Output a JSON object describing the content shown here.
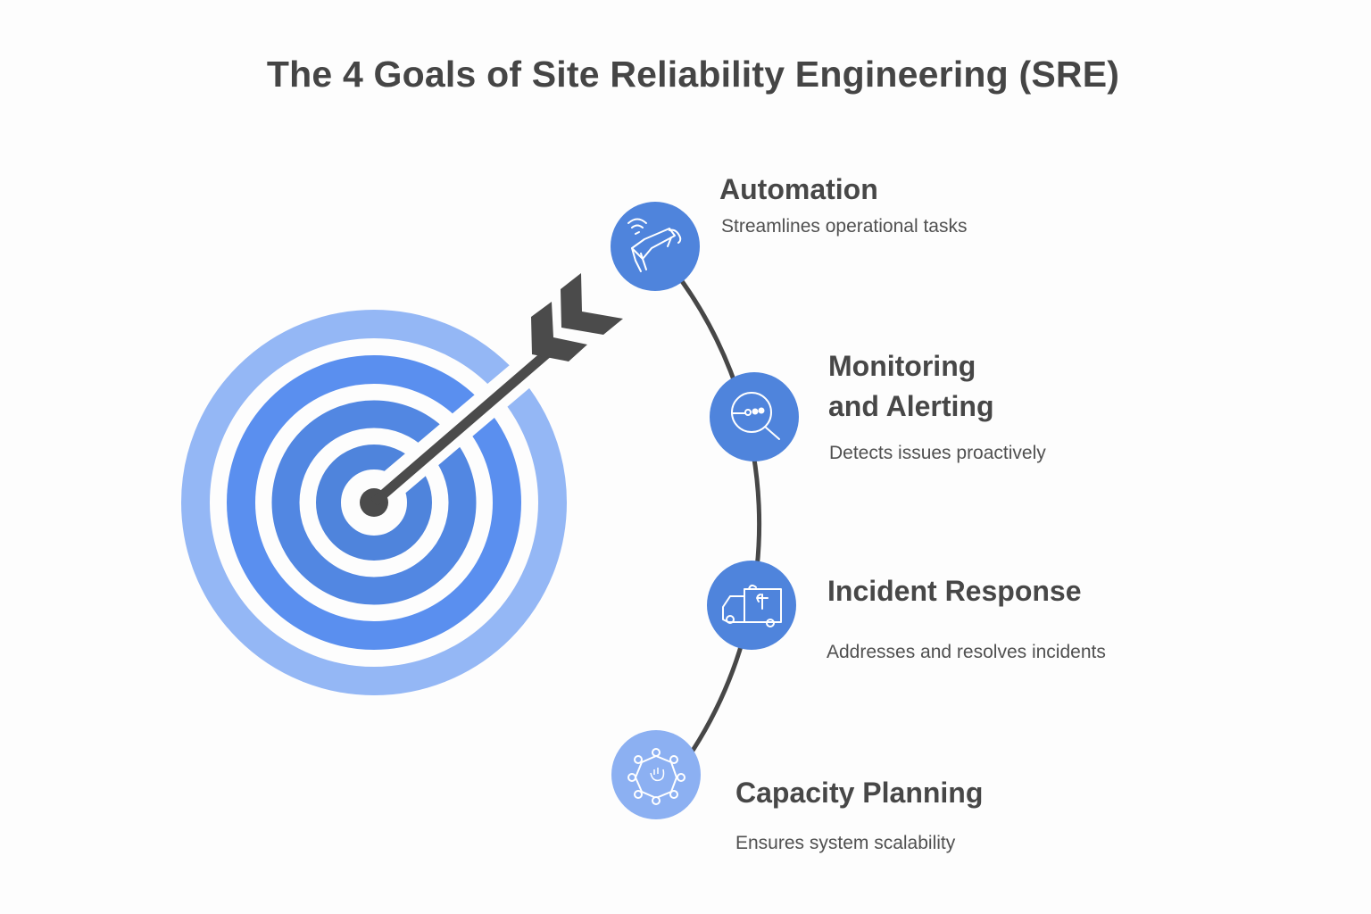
{
  "title": "The 4 Goals of Site Reliability Engineering (SRE)",
  "colors": {
    "ring_outer": "#94b7f5",
    "ring_mid": "#5a8fef",
    "ring_inner": "#4f84dc",
    "arrow": "#4b4b4b",
    "node_dark": "#4f84dc",
    "node_light": "#8cb0f2",
    "text_heading": "#474747",
    "text_body": "#505050"
  },
  "central_graphic": {
    "icon": "target-with-arrow-icon"
  },
  "goals": [
    {
      "title": "Automation",
      "description": "Streamlines operational tasks",
      "icon": "robotic-arm-icon"
    },
    {
      "title_line1": "Monitoring",
      "title_line2": "and Alerting",
      "description": "Detects issues proactively",
      "icon": "magnifier-icon"
    },
    {
      "title": "Incident Response",
      "description": "Addresses and resolves incidents",
      "icon": "ambulance-icon"
    },
    {
      "title": "Capacity Planning",
      "description": "Ensures system scalability",
      "icon": "network-hub-icon"
    }
  ]
}
